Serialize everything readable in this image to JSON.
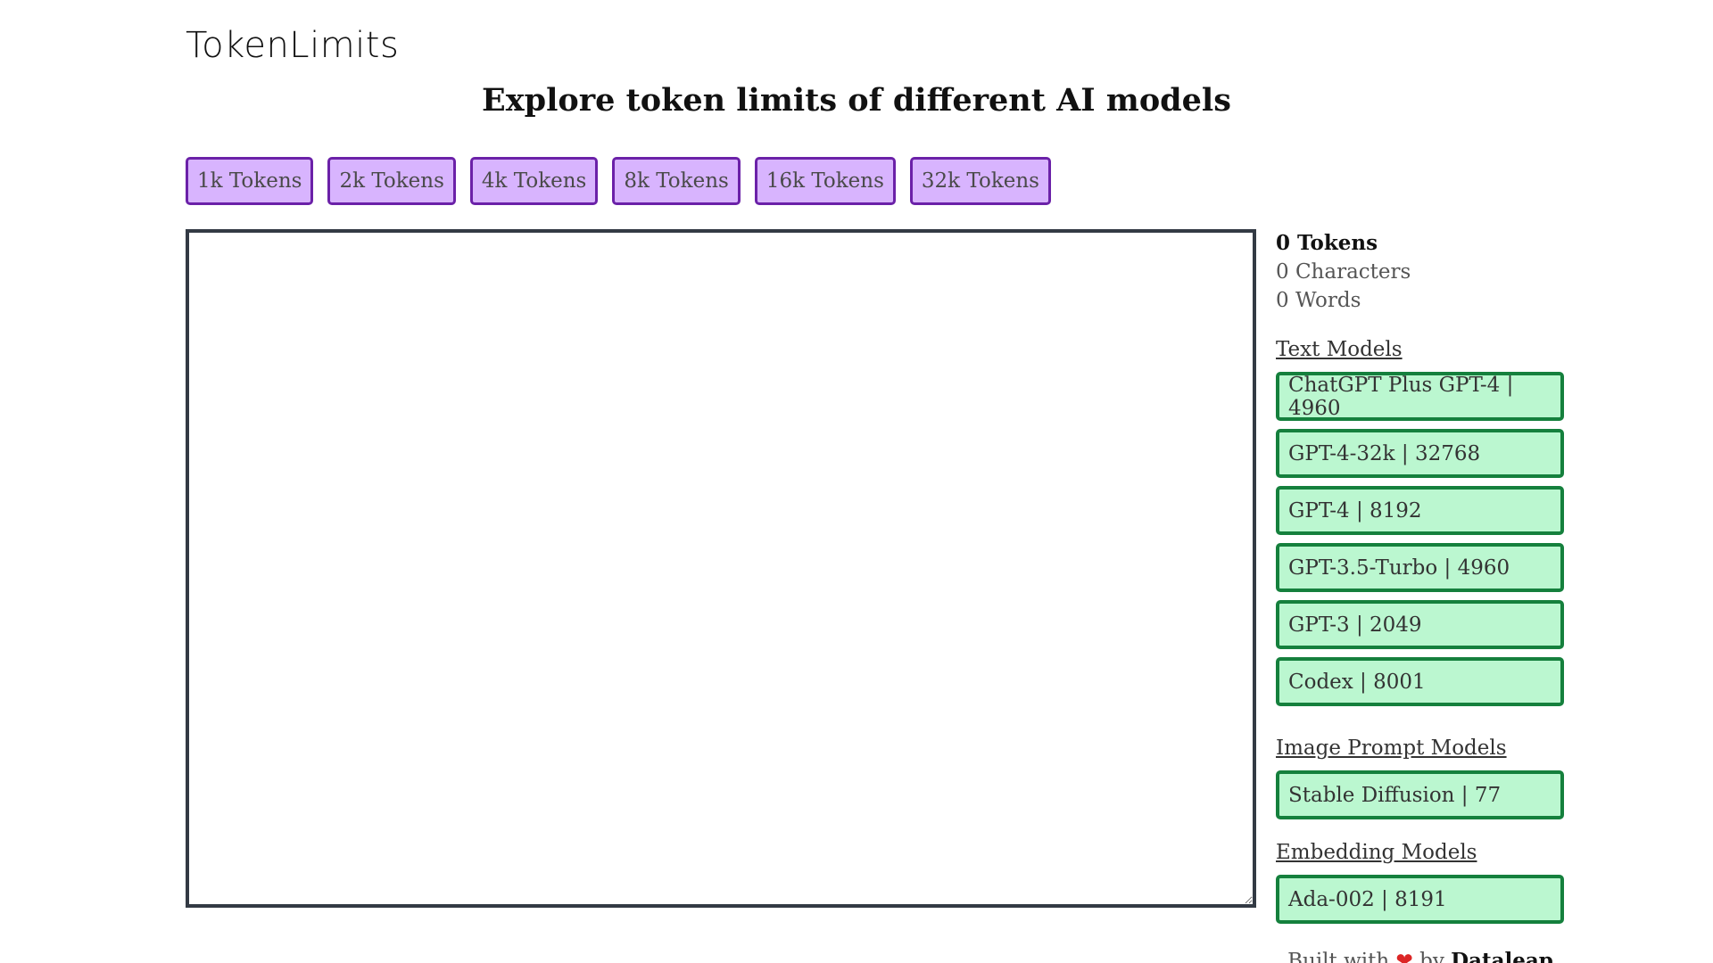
{
  "header": {
    "brand": "TokenLimits",
    "title": "Explore token limits of different AI models"
  },
  "token_buttons": [
    {
      "label": "1k Tokens"
    },
    {
      "label": "2k Tokens"
    },
    {
      "label": "4k Tokens"
    },
    {
      "label": "8k Tokens"
    },
    {
      "label": "16k Tokens"
    },
    {
      "label": "32k Tokens"
    }
  ],
  "editor": {
    "value": ""
  },
  "stats": {
    "tokens": "0 Tokens",
    "characters": "0 Characters",
    "words": "0 Words"
  },
  "text_models": {
    "title": "Text Models",
    "items": [
      {
        "label": "ChatGPT Plus GPT-4 | 4960"
      },
      {
        "label": "GPT-4-32k | 32768"
      },
      {
        "label": "GPT-4 | 8192"
      },
      {
        "label": "GPT-3.5-Turbo | 4960"
      },
      {
        "label": "GPT-3 | 2049"
      },
      {
        "label": "Codex | 8001"
      }
    ]
  },
  "image_models": {
    "title": "Image Prompt Models",
    "items": [
      {
        "label": "Stable Diffusion | 77"
      }
    ]
  },
  "embedding_models": {
    "title": "Embedding Models",
    "items": [
      {
        "label": "Ada-002 | 8191"
      }
    ]
  },
  "footer": {
    "prefix": "Built with",
    "heart": "❤",
    "by": "by",
    "author": "Dataleap"
  },
  "colors": {
    "token_button_bg": "#d8b4fe",
    "token_button_border": "#6b21a8",
    "model_button_bg": "#bbf7d0",
    "model_button_border": "#15803d",
    "editor_border": "#333a44"
  }
}
